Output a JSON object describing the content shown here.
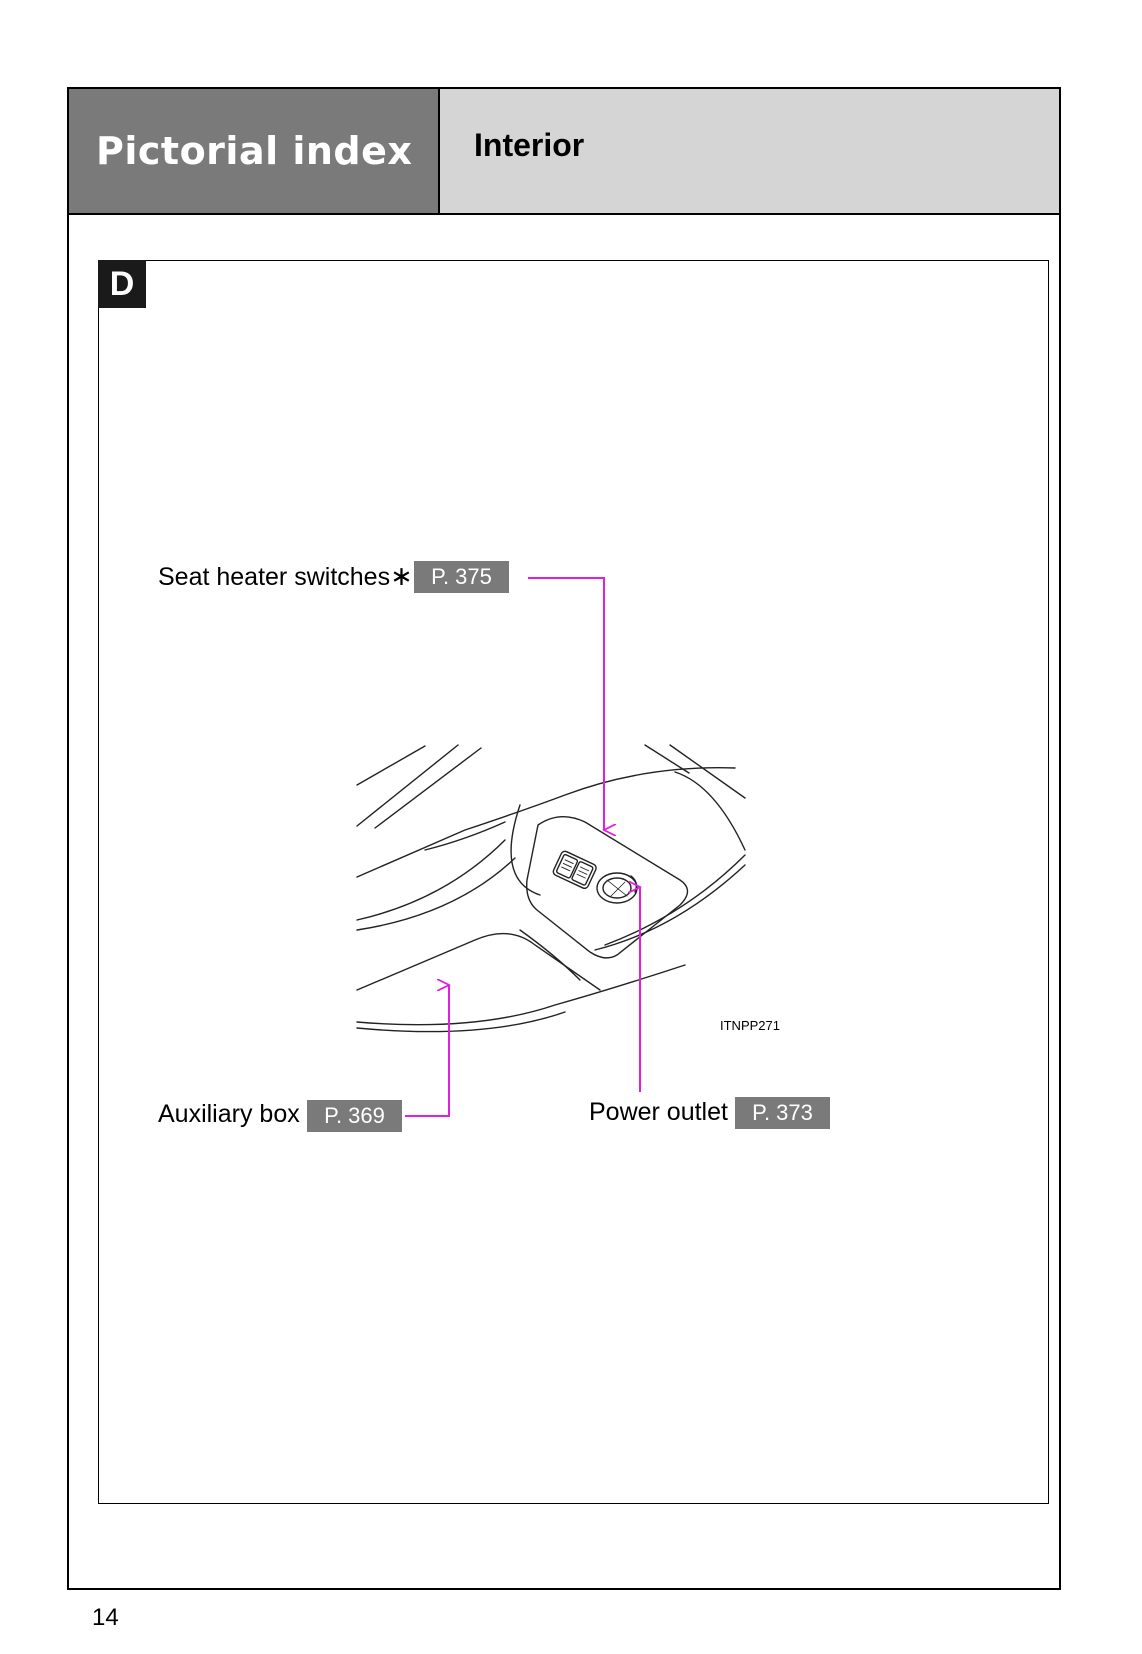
{
  "header": {
    "section_title": "Pictorial index",
    "subsection_title": "Interior"
  },
  "panel": {
    "letter": "D",
    "figure_code": "ITNPP271"
  },
  "callouts": [
    {
      "label": "Seat heater switches",
      "marker": "∗",
      "page_ref": "P. 375"
    },
    {
      "label": "Auxiliary box",
      "page_ref": "P. 369"
    },
    {
      "label": "Power outlet",
      "page_ref": "P. 373"
    }
  ],
  "colors": {
    "arrow": "#e020e0",
    "header_dark": "#7a7a7a",
    "header_light": "#d5d5d5"
  },
  "page_number": "14"
}
